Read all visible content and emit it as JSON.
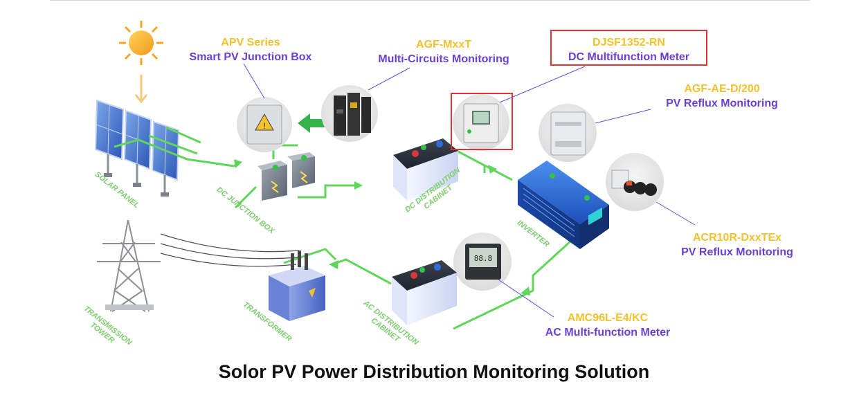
{
  "labels": {
    "apv": {
      "model": "APV Series",
      "desc": "Smart PV Junction Box"
    },
    "agf_mxxt": {
      "model": "AGF-MxxT",
      "desc": "Multi-Circuits Monitoring"
    },
    "djsf": {
      "model": "DJSF1352-RN",
      "desc": "DC Multifunction Meter"
    },
    "agf_ae": {
      "model": "AGF-AE-D/200",
      "desc": "PV Reflux Monitoring"
    },
    "acr10r": {
      "model": "ACR10R-DxxTEx",
      "desc": "PV Reflux Monitoring"
    },
    "amc96l": {
      "model": "AMC96L-E4/KC",
      "desc": "AC Multi-function Meter"
    }
  },
  "stages": {
    "solar_panel": "SOLAR PANEL",
    "dc_junction_box": "DC JUNCTION BOX",
    "dc_distribution_l1": "DC DISTRIBUTION",
    "dc_distribution_l2": "CABINET",
    "inverter": "INVERTER",
    "ac_distribution_l1": "AC DISTRIBUTION",
    "ac_distribution_l2": "CABINET",
    "transformer": "TRANSFORMER",
    "transmission_l1": "TRANSMISSION",
    "transmission_l2": "TOWER"
  },
  "meter_readouts": {
    "amc_display": "88.8"
  },
  "title": "Solor PV Power Distribution Monitoring Solution",
  "colors": {
    "model_text": "#f2c12e",
    "desc_text": "#6a3fd2",
    "flow_line": "#5fd65a",
    "highlight_box": "#e03535",
    "stage_text": "#7dce6f"
  }
}
